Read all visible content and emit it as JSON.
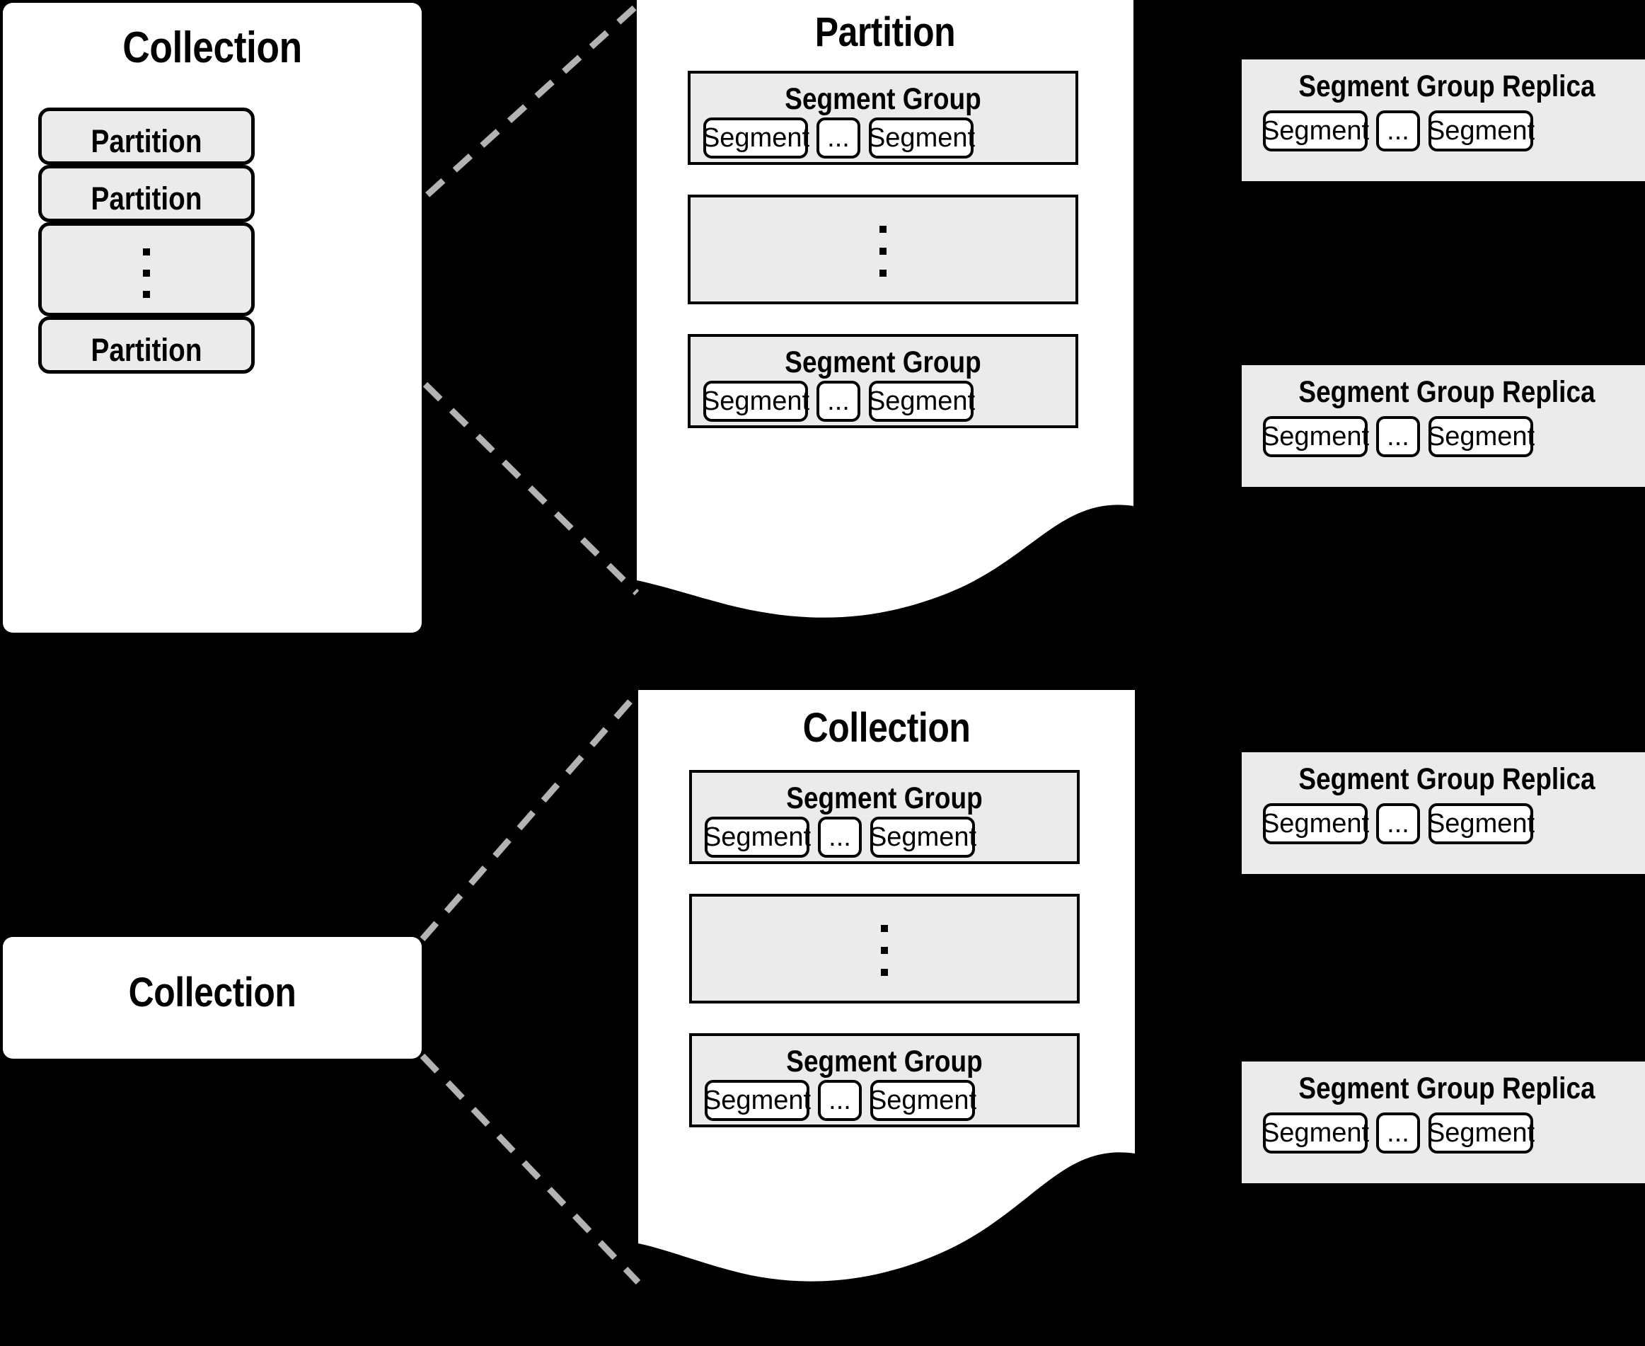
{
  "diagram": {
    "title": "Collection / Partition / Segment Group hierarchy",
    "colors": {
      "background": "#000000",
      "panel": "#ffffff",
      "group_fill": "#ebebeb",
      "stroke": "#000000",
      "connector": "#b3b3b3"
    },
    "labels": {
      "collection": "Collection",
      "partition": "Partition",
      "segment_group": "Segment Group",
      "segment_group_replica": "Segment Group Replica",
      "segment": "Segment",
      "ellipsis": "..."
    }
  },
  "collection_panel": {
    "title": "Collection",
    "partitions": [
      {
        "label": "Partition",
        "kind": "named"
      },
      {
        "label": "Partition",
        "kind": "named"
      },
      {
        "label": "",
        "kind": "ellipsis"
      },
      {
        "label": "Partition",
        "kind": "named"
      }
    ]
  },
  "partition_panel": {
    "title": "Partition",
    "groups": [
      {
        "kind": "group",
        "label": "Segment Group",
        "segments": [
          {
            "label": "Segment"
          },
          {
            "label": "..."
          },
          {
            "label": "Segment"
          }
        ]
      },
      {
        "kind": "ellipsis",
        "label": ""
      },
      {
        "kind": "group",
        "label": "Segment Group",
        "segments": [
          {
            "label": "Segment"
          },
          {
            "label": "..."
          },
          {
            "label": "Segment"
          }
        ]
      }
    ]
  },
  "collection_leaf_box": {
    "title": "Collection"
  },
  "collection_detail_panel": {
    "title": "Collection",
    "groups": [
      {
        "kind": "group",
        "label": "Segment Group",
        "segments": [
          {
            "label": "Segment"
          },
          {
            "label": "..."
          },
          {
            "label": "Segment"
          }
        ]
      },
      {
        "kind": "ellipsis",
        "label": ""
      },
      {
        "kind": "group",
        "label": "Segment Group",
        "segments": [
          {
            "label": "Segment"
          },
          {
            "label": "..."
          },
          {
            "label": "Segment"
          }
        ]
      }
    ]
  },
  "replicas": [
    {
      "label": "Segment Group Replica",
      "segments": [
        {
          "label": "Segment"
        },
        {
          "label": "..."
        },
        {
          "label": "Segment"
        }
      ]
    },
    {
      "label": "Segment Group Replica",
      "segments": [
        {
          "label": "Segment"
        },
        {
          "label": "..."
        },
        {
          "label": "Segment"
        }
      ]
    },
    {
      "label": "Segment Group Replica",
      "segments": [
        {
          "label": "Segment"
        },
        {
          "label": "..."
        },
        {
          "label": "Segment"
        }
      ]
    },
    {
      "label": "Segment Group Replica",
      "segments": [
        {
          "label": "Segment"
        },
        {
          "label": "..."
        },
        {
          "label": "Segment"
        }
      ]
    }
  ]
}
